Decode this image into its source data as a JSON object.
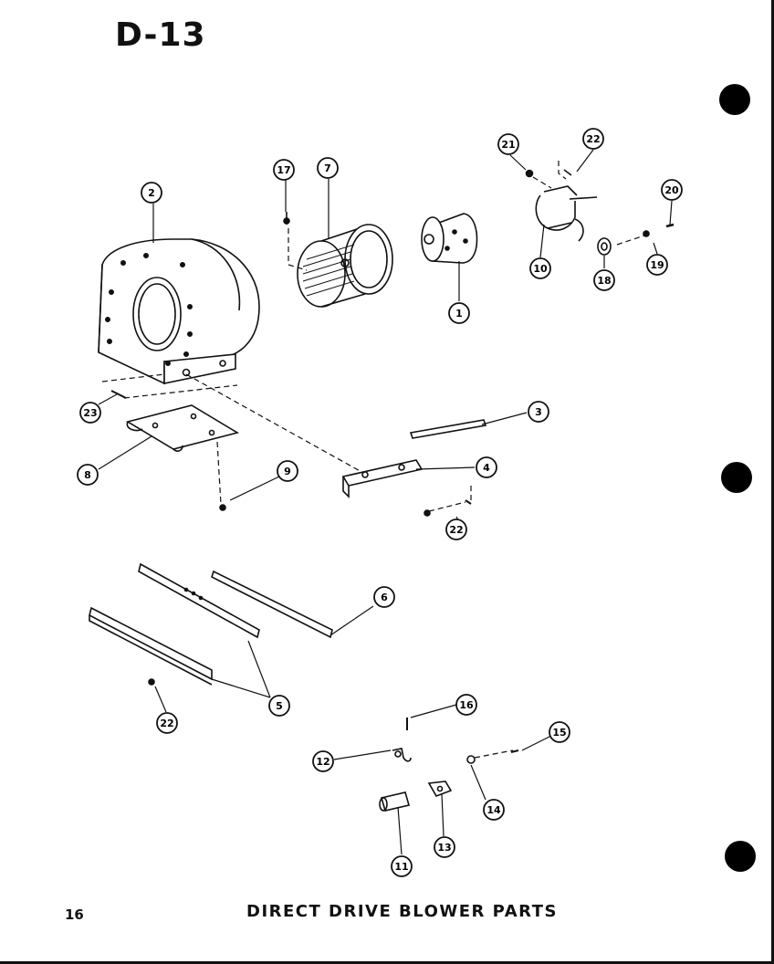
{
  "header": {
    "page_code": "D-13"
  },
  "footer": {
    "page_number": "16",
    "caption": "DIRECT DRIVE BLOWER PARTS"
  },
  "callouts": {
    "c1": "1",
    "c2": "2",
    "c3": "3",
    "c4": "4",
    "c5": "5",
    "c6": "6",
    "c7": "7",
    "c8": "8",
    "c9": "9",
    "c10": "10",
    "c11": "11",
    "c12": "12",
    "c13": "13",
    "c14": "14",
    "c15": "15",
    "c16": "16",
    "c17": "17",
    "c18": "18",
    "c19": "19",
    "c20": "20",
    "c21": "21",
    "c22a": "22",
    "c22b": "22",
    "c22c": "22",
    "c23": "23"
  }
}
